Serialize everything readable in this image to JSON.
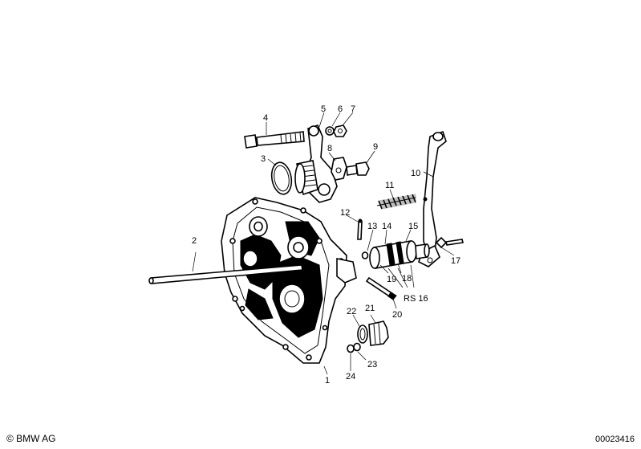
{
  "parts": {
    "p1": "1",
    "p2": "2",
    "p3": "3",
    "p4": "4",
    "p5": "5",
    "p6": "6",
    "p7": "7",
    "p8": "8",
    "p9": "9",
    "p10": "10",
    "p11": "11",
    "p12": "12",
    "p13": "13",
    "p14": "14",
    "p15": "15",
    "p16": "RS 16",
    "p17": "17",
    "p18": "18",
    "p19": "19",
    "p20": "20",
    "p21": "21",
    "p22": "22",
    "p23": "23",
    "p24": "24"
  },
  "footer": {
    "copyright": "© BMW AG",
    "doc_number": "00023416"
  }
}
